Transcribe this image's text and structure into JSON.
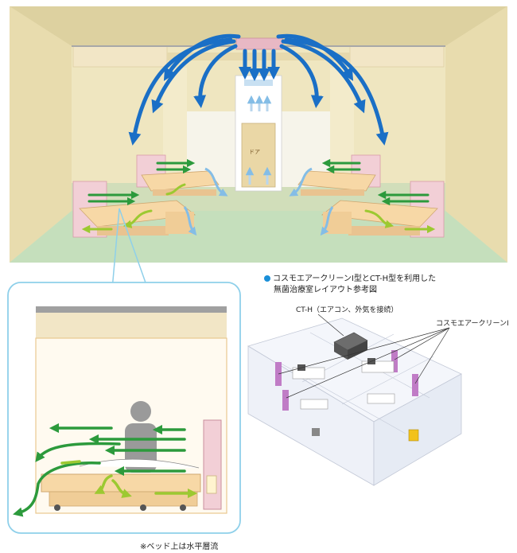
{
  "colors": {
    "wall": "#e9dfb1",
    "ceiling": "#ddd1a0",
    "floor": "#bcd8b5",
    "curtain_pink": "#f2cfd6",
    "bed_frame": "#f7d8a6",
    "airflow_blue": "#1a6fc6",
    "airflow_green": "#2c9a3c",
    "airflow_lightgreen": "#9cc931",
    "airflow_lightblue": "#84bde6",
    "bullet_blue": "#1a8fd8",
    "inset_border": "#8fd0ea",
    "unit_purple": "#c07cc6"
  },
  "door_label": "ドア",
  "layout_caption": {
    "line1": "コスモエアークリーンⅠ型とCT-H型を利用した",
    "line2": "無菌治療室レイアウト参考図"
  },
  "callouts": {
    "cth": "CT-H（エアコン、外気を接続）",
    "cosmo": "コスモエアークリーンⅠ"
  },
  "inset_note": "※ベッド上は水平層流"
}
